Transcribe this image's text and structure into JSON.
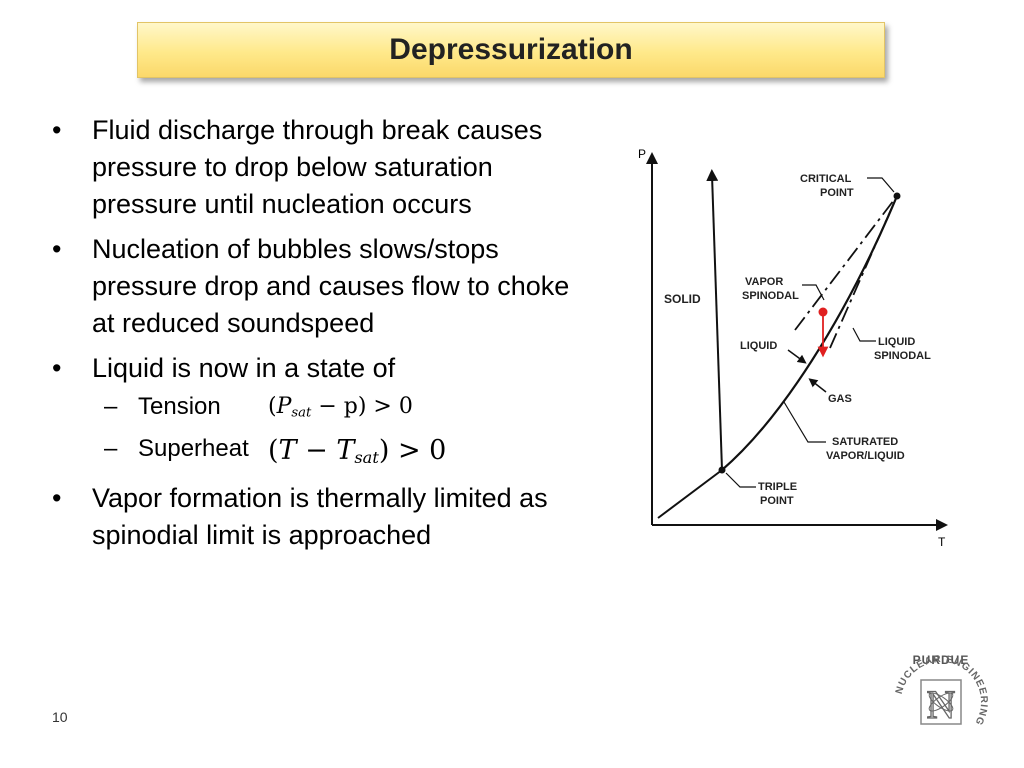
{
  "slide": {
    "title": "Depressurization",
    "page_number": "10"
  },
  "bullets": [
    "Fluid discharge through break causes pressure to drop below saturation pressure until nucleation occurs",
    "Nucleation of bubbles slows/stops pressure drop and causes flow to choke at reduced soundspeed",
    "Liquid is now in a state of",
    "Vapor formation is thermally limited as spinodial limit is approached"
  ],
  "sub_bullets": [
    {
      "label": "Tension",
      "eq": {
        "open": "(",
        "var": "P",
        "sub": "sat",
        "rest": " − p) > 0"
      }
    },
    {
      "label": "Superheat",
      "eq": {
        "open": "(",
        "var": "T − T",
        "sub": "sat",
        "rest": ") > 0"
      }
    }
  ],
  "diagram": {
    "axis_y": "P",
    "axis_x": "T",
    "labels": {
      "critical_1": "CRITICAL",
      "critical_2": "POINT",
      "vapor_sp_1": "VAPOR",
      "vapor_sp_2": "SPINODAL",
      "solid": "SOLID",
      "liquid": "LIQUID",
      "liquid_sp_1": "LIQUID",
      "liquid_sp_2": "SPINODAL",
      "gas": "GAS",
      "saturated_1": "SATURATED",
      "saturated_2": "VAPOR/LIQUID",
      "triple_1": "TRIPLE",
      "triple_2": "POINT"
    },
    "marker_color": "#e02020"
  },
  "logo": {
    "top_text": "PURDUE",
    "ring_text": "NUCLEAR ENGINEERING",
    "letter": "N"
  }
}
